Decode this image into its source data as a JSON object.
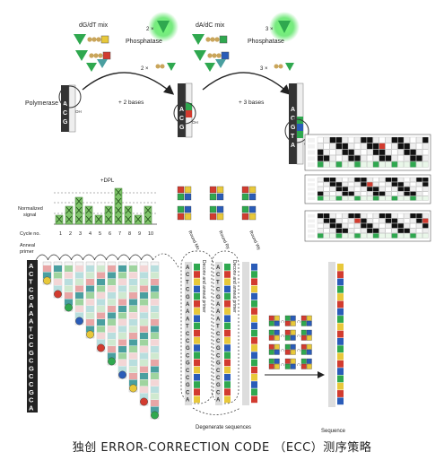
{
  "top": {
    "mix1": "dG/dT mix",
    "mix2": "dA/dC mix",
    "phosphatase1": "Phosphatase",
    "phosphatase2": "Phosphatase",
    "polymerase": "Polymerase",
    "step1": "+ 2 bases",
    "step2": "+ 3 bases",
    "mult2a": "2 ×",
    "mult2b": "2 ×",
    "mult3a": "3 ×",
    "mult3b": "3 ×",
    "oh1": "OH",
    "oh2": "OH",
    "oh3": "OH"
  },
  "signal": {
    "title": "+DPL",
    "ylabel_line1": "Normalized",
    "ylabel_line2": "signal",
    "cycle_label": "Cycle no.",
    "cycles": [
      "1",
      "2",
      "3",
      "4",
      "5",
      "6",
      "7",
      "8",
      "9",
      "10"
    ],
    "anneal_line1": "Anneal",
    "anneal_line2": "primer"
  },
  "middle": {
    "round1": "Round Mo",
    "round2": "Round Ry",
    "round3": "Round Wy",
    "deconv": "Deconv and anneal primer",
    "deconv2": "Deconv and anneal primer",
    "degenerate": "Degenerate sequences",
    "sequence": "Sequence"
  },
  "template_sequence": "ACTCGAAATCCGCGCCGCA",
  "caption": "独创 ERROR-CORRECTION CODE （ECC）测序策略",
  "colors": {
    "A_green": "#2fa84f",
    "C_blue": "#2a5cb8",
    "G_yellow": "#e8c83a",
    "T_red": "#d23b2f",
    "pink": "#e8a6a6",
    "teal": "#4a9fa0",
    "lightgreen": "#9fd49f",
    "glow": "#3ee04a"
  }
}
